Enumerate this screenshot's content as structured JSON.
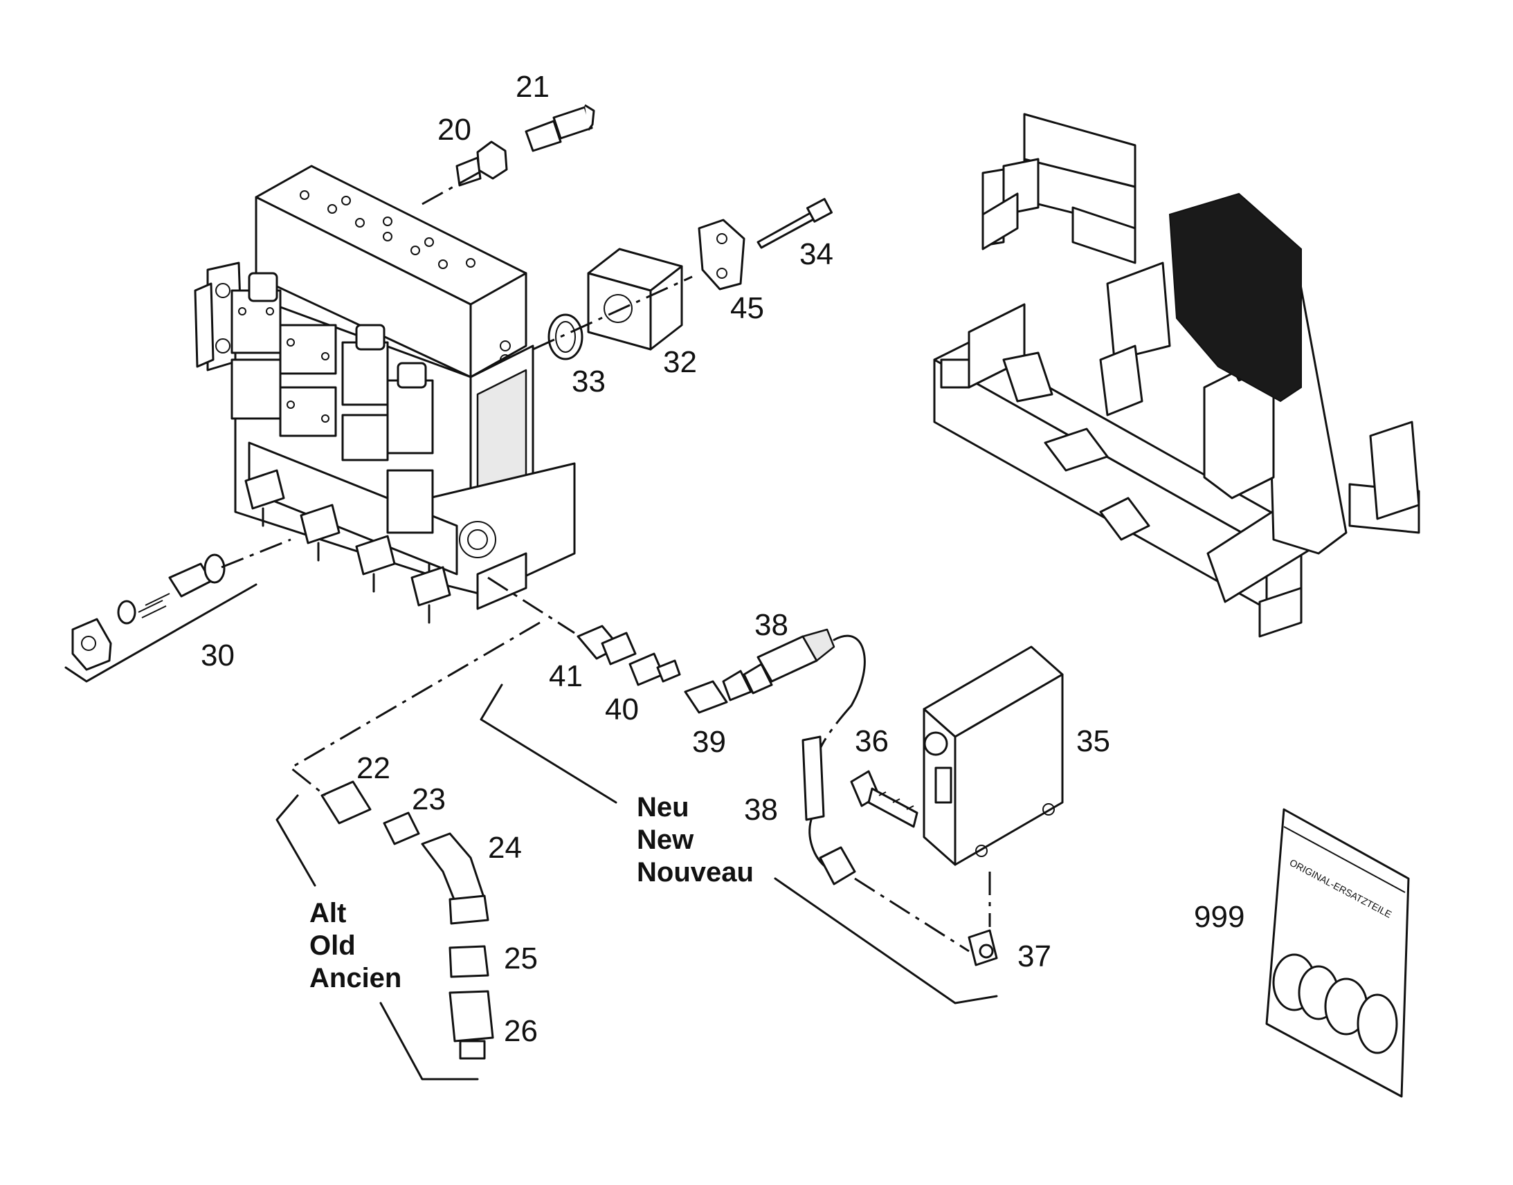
{
  "callouts": {
    "c20": "20",
    "c21": "21",
    "c34": "34",
    "c45": "45",
    "c32": "32",
    "c33": "33",
    "c30": "30",
    "c41": "41",
    "c40": "40",
    "c39": "39",
    "c38a": "38",
    "c38b": "38",
    "c36": "36",
    "c35": "35",
    "c37": "37",
    "c22": "22",
    "c23": "23",
    "c24": "24",
    "c25": "25",
    "c26": "26",
    "c999": "999"
  },
  "variants": {
    "new": [
      "Neu",
      "New",
      "Nouveau"
    ],
    "old": [
      "Alt",
      "Old",
      "Ancien"
    ]
  },
  "bag_text": "ORIGINAL-ERSATZTEILE"
}
